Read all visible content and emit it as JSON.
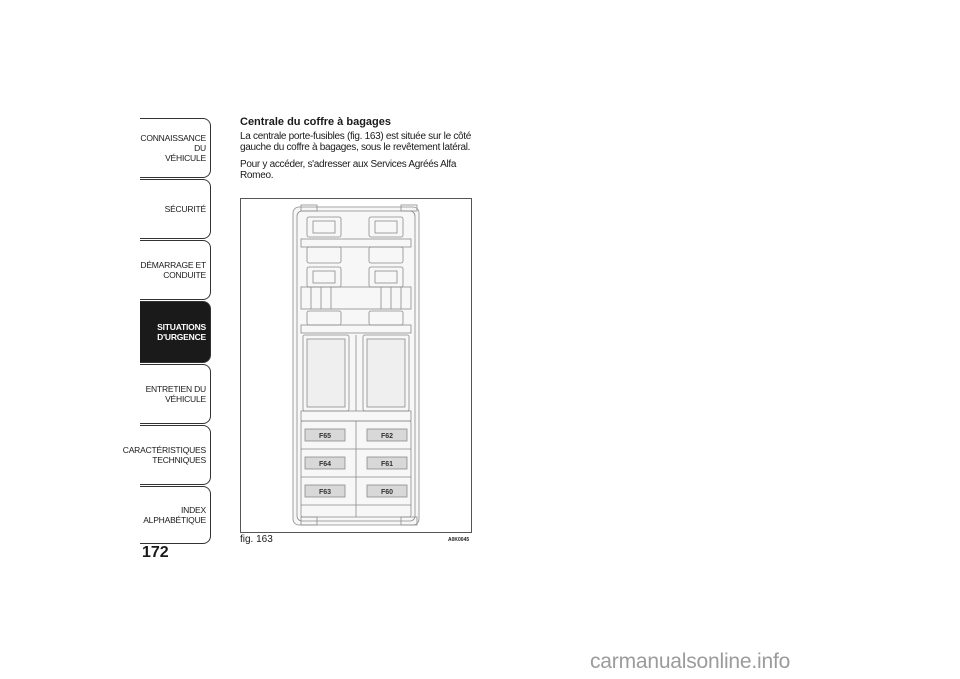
{
  "sidebar": {
    "tabs": [
      {
        "label": "CONNAISSANCE DU\nVÉHICULE",
        "active": false
      },
      {
        "label": "SÉCURITÉ",
        "active": false
      },
      {
        "label": "DÉMARRAGE ET\nCONDUITE",
        "active": false
      },
      {
        "label": "SITUATIONS\nD'URGENCE",
        "active": true
      },
      {
        "label": "ENTRETIEN DU\nVÉHICULE",
        "active": false
      },
      {
        "label": "CARACTÉRISTIQUES\nTECHNIQUES",
        "active": false
      },
      {
        "label": "INDEX\nALPHABÉTIQUE",
        "active": false
      }
    ],
    "page_number": "172"
  },
  "content": {
    "heading": "Centrale du coffre à bagages",
    "paragraph1": "La centrale porte-fusibles (fig. 163) est située sur le côté gauche du coffre à bagages, sous le revêtement latéral.",
    "paragraph2": "Pour y accéder, s'adresser aux Services Agréés Alfa Romeo."
  },
  "figure": {
    "label": "fig. 163",
    "code": "A0K0045",
    "fuses_left": [
      "F65",
      "F64",
      "F63"
    ],
    "fuses_right": [
      "F62",
      "F61",
      "F60"
    ]
  },
  "watermark": "carmanualsonline.info"
}
